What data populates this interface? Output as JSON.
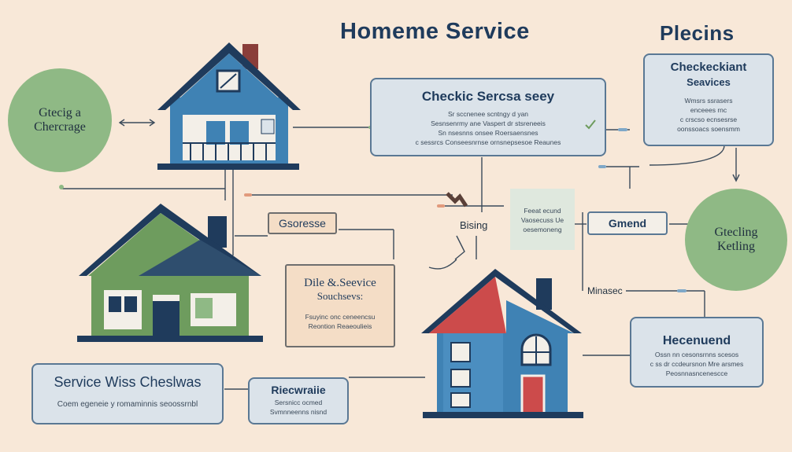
{
  "title": "Homeme Service",
  "title_right": "Plecins",
  "circles": {
    "left": {
      "line1": "Gtecig a",
      "line2": "Chercrage"
    },
    "right": {
      "line1": "Gtecling",
      "line2": "Ketling"
    }
  },
  "checklist_top": {
    "heading": "Checkic Sercsa seey",
    "line1": "Sr sccnenee scntngy d yan",
    "line2": "Sesnsenrmy ane Vaspert dr stsreneeis",
    "line3": "Sn nsesnns onsee  Roersaensnes",
    "line4": "c  sessrcs  Conseesnrnse ornsnepsesoe  Reaunes"
  },
  "checklist_right": {
    "heading": "Checkeckiant",
    "subheading": "Seavices",
    "line1": "Wmsrs  ssrasers",
    "line2": "enceees rnc",
    "line3": "c  crscso  ecnsesrse",
    "line4": "oonssoacs soensmm"
  },
  "labels": {
    "choose": "Gsoresse",
    "bising": "Bising",
    "gmend": "Gmend",
    "minasec": "Minasec"
  },
  "note_center": {
    "line1": "Feeat  ecund",
    "line2": "Vaosecuss  Ue",
    "line3": "oesemoneng"
  },
  "dile_box": {
    "heading1": "Dile &.Seevice",
    "heading2": "Souchsevs:",
    "line1": "Fsuyinc onc  ceneencsu",
    "line2": "Reontion  Reaeoulieis"
  },
  "hecund_box": {
    "heading": "Hecenuend",
    "line1": "Ossn nn cesonsrnns scesos",
    "line2": "c ss   dr ccdeursnon Mre arsmes",
    "line3": "Peosnnasncenescce"
  },
  "service_box": {
    "heading": "Service  Wiss Cheslwas",
    "line1": "Coem  egeneie  y  romaminnis  seoossrnbl"
  },
  "rewrite_box": {
    "heading": "Riecwraiie",
    "line1": "Sersnicc  ocmed",
    "line2": "Svmnneenns  nisnd"
  },
  "colors": {
    "background": "#f8e8d8",
    "navy": "#1f3b5c",
    "blue_house": "#3f82b4",
    "green_house": "#6e9c5e",
    "green_circle": "#8fb985",
    "red_roof": "#cc4b4b"
  },
  "icons": [
    "house-icon",
    "arrow-icon",
    "hammer-icon",
    "check-icon"
  ]
}
